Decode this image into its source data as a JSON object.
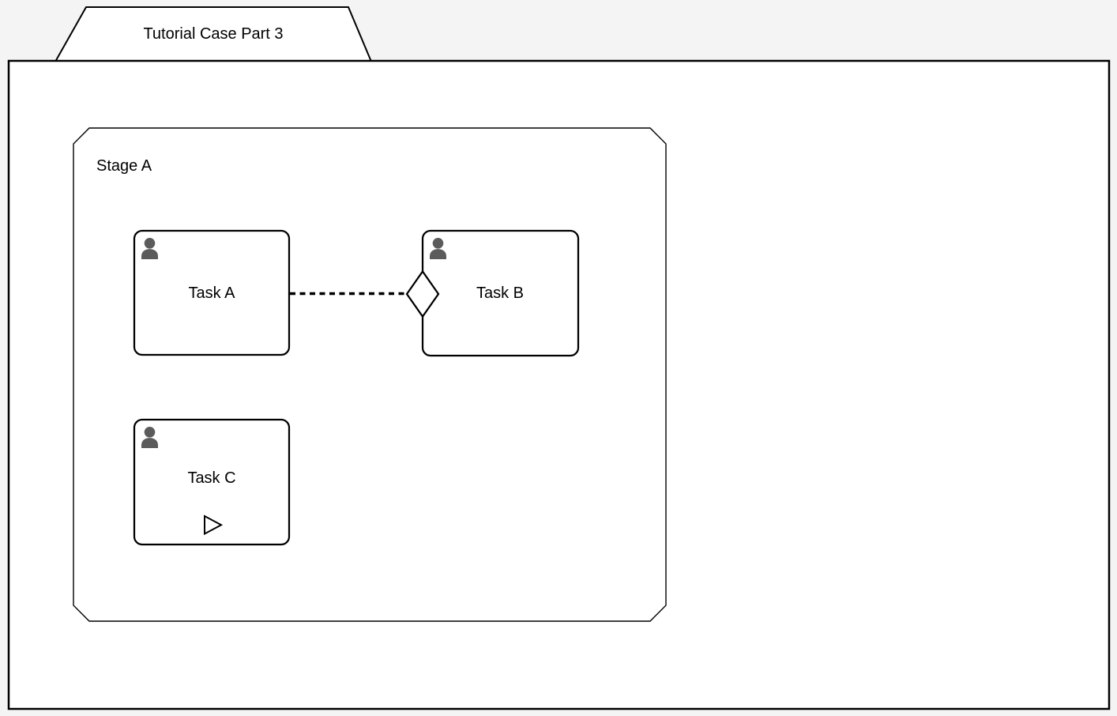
{
  "case": {
    "label": "Tutorial Case Part 3"
  },
  "stage": {
    "label": "Stage A"
  },
  "tasks": [
    {
      "id": "task-a",
      "label": "Task A",
      "type": "human-task",
      "icon": "person-icon"
    },
    {
      "id": "task-b",
      "label": "Task B",
      "type": "human-task",
      "icon": "person-icon",
      "entry_criterion": "diamond-sentry"
    },
    {
      "id": "task-c",
      "label": "Task C",
      "type": "human-task",
      "icon": "person-icon",
      "manual_activation_marker": "play-icon"
    }
  ],
  "connection": {
    "from": "Task A",
    "to": "Task B",
    "style": "dotted"
  },
  "colors": {
    "background": "#f4f4f4",
    "shape_fill": "#ffffff",
    "stroke": "#000000",
    "person_icon": "#5b5b5b"
  }
}
